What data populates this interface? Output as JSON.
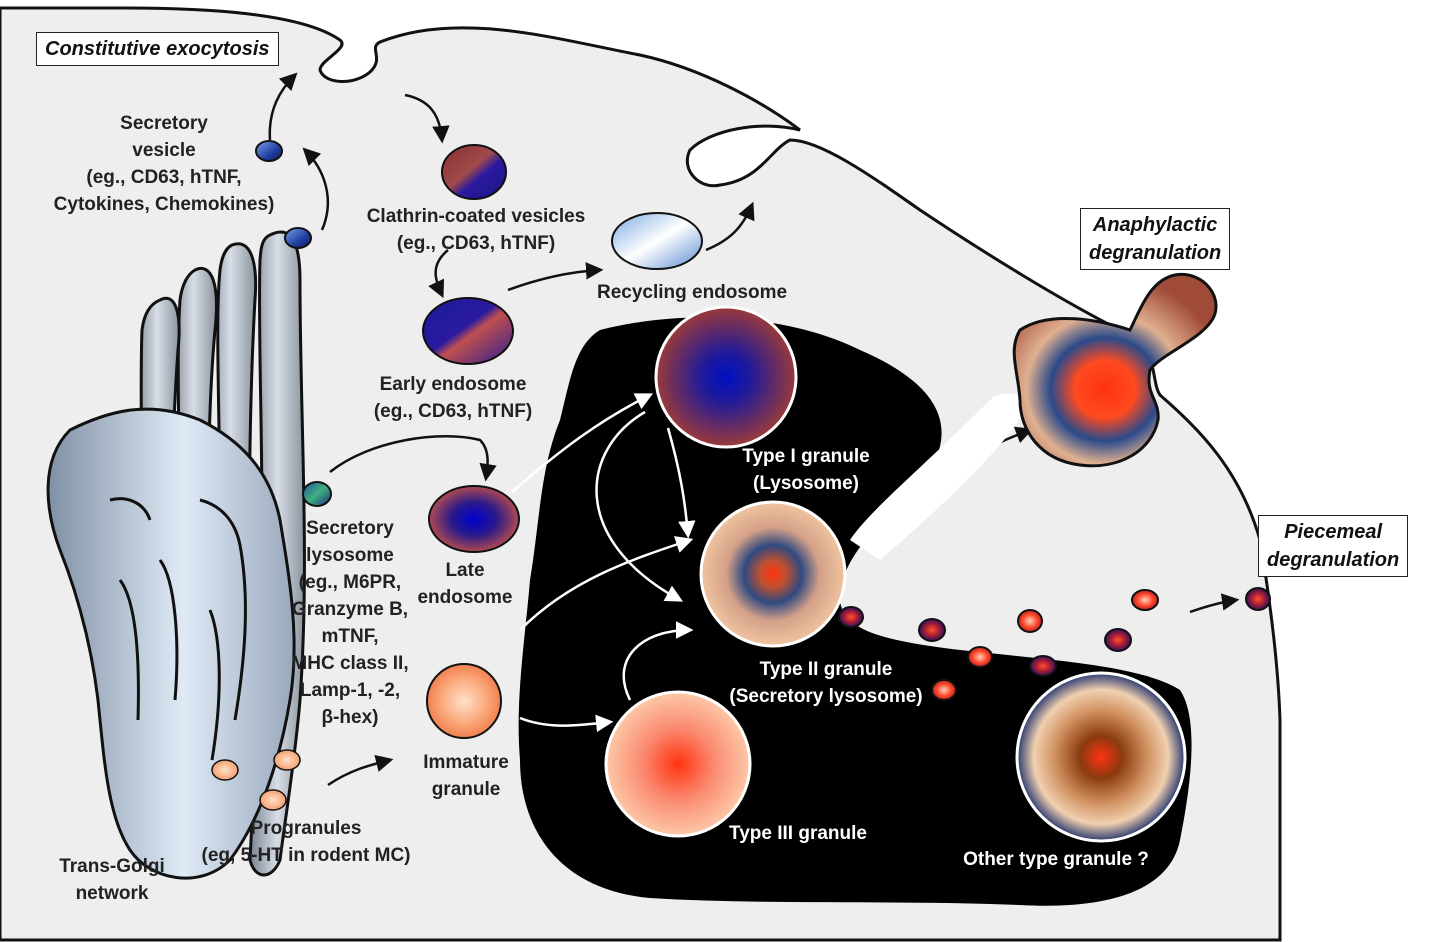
{
  "boxes": {
    "constitutive": "Constitutive exocytosis",
    "anaphylactic": [
      "Anaphylactic",
      "degranulation"
    ],
    "piecemeal": [
      "Piecemeal",
      "degranulation"
    ]
  },
  "labels": {
    "secretory_vesicle": [
      "Secretory",
      "vesicle",
      "(eg., CD63, hTNF,",
      "Cytokines, Chemokines)"
    ],
    "clathrin": [
      "Clathrin-coated vesicles",
      "(eg., CD63, hTNF)"
    ],
    "recycling": "Recycling endosome",
    "early_endosome": [
      "Early endosome",
      "(eg., CD63, hTNF)"
    ],
    "late_endosome": [
      "Late",
      "endosome"
    ],
    "secretory_lysosome": [
      "Secretory",
      "lysosome",
      "(eg., M6PR,",
      "Granzyme B,",
      "mTNF,",
      "MHC class II,",
      "Lamp-1, -2,",
      "β-hex)"
    ],
    "immature": [
      "Immature",
      "granule"
    ],
    "progranules": [
      "Progranules",
      "(eg, 5-HT in rodent MC)"
    ],
    "trans_golgi": [
      "Trans-Golgi",
      "network"
    ],
    "type1": [
      "Type I granule",
      "(Lysosome)"
    ],
    "type2": [
      "Type II granule",
      "(Secretory lysosome)"
    ],
    "type3": "Type III granule",
    "other": "Other type granule ?"
  },
  "colors": {
    "cytoplasm": "#eeeeee",
    "granule_region": "#000000",
    "outline": "#111111",
    "arrow_white": "#ffffff",
    "endosome_blue": "#1a1a9a",
    "endosome_brown": "#a04040",
    "granule_red": "#ff3311",
    "granule_peach": "#f8c4a0"
  }
}
